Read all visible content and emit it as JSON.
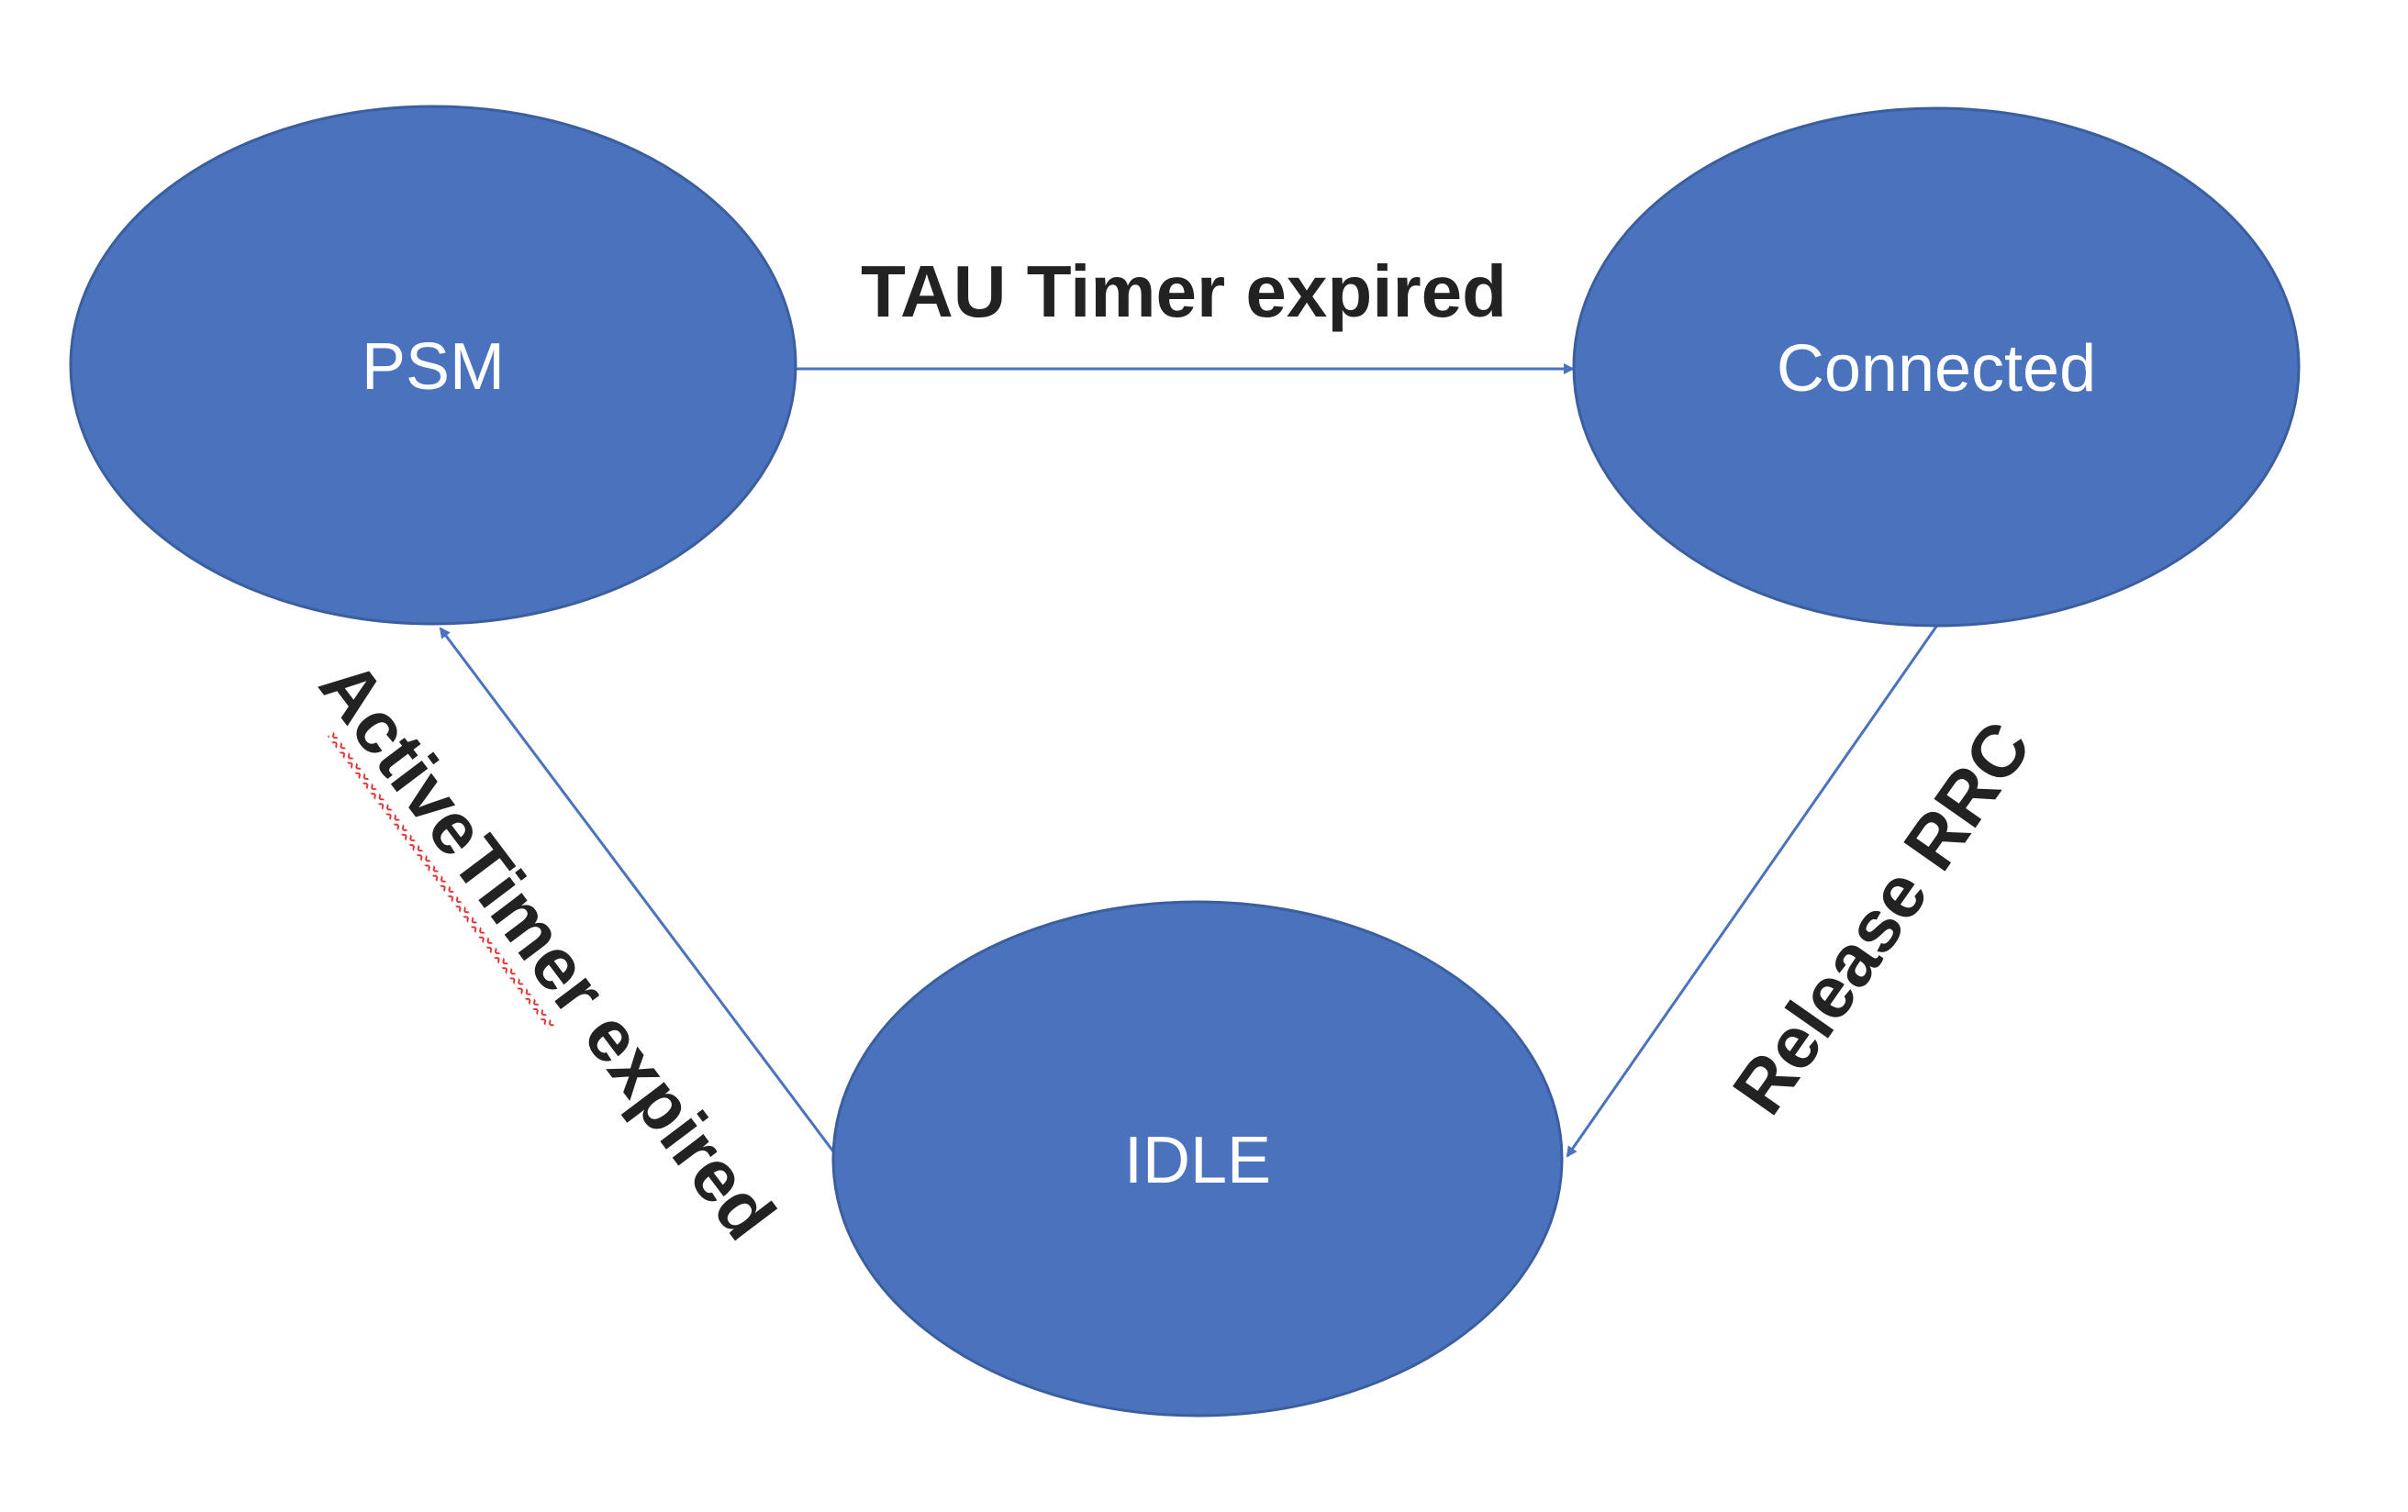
{
  "diagram": {
    "nodes": {
      "psm": {
        "label": "PSM"
      },
      "connected": {
        "label": "Connected"
      },
      "idle": {
        "label": "IDLE"
      }
    },
    "edges": {
      "psm_to_connected": {
        "label": "TAU Timer expired"
      },
      "connected_to_idle": {
        "label": "Release RRC"
      },
      "idle_to_psm": {
        "label": "ActiveTimer expired"
      }
    },
    "colors": {
      "node_fill": "#4a72bd",
      "node_stroke": "#3b5e9e",
      "edge": "#4a72bd",
      "spellcheck_underline": "#e03030"
    }
  }
}
